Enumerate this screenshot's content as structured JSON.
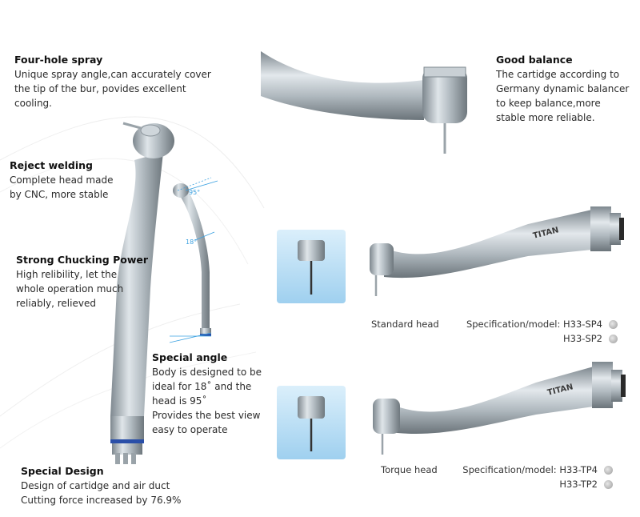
{
  "features": {
    "four_hole_spray": {
      "title": "Four-hole spray",
      "body": "Unique spray angle,can accurately cover\nthe tip of the bur, povides  excellent\ncooling."
    },
    "good_balance": {
      "title": "Good balance",
      "body": "The cartidge according to\nGermany dynamic balancer\nto keep balance,more\nstable more reliable."
    },
    "reject_welding": {
      "title": "Reject welding",
      "body": "Complete head made\nby CNC, more stable"
    },
    "strong_chucking": {
      "title": "Strong Chucking Power",
      "body": "High relibility, let the\nwhole operation much\nreliably, relieved"
    },
    "special_angle": {
      "title": "Special angle",
      "body": "Body is designed to be\nideal for 18˚   and the\nhead is 95˚\nProvides the best view\neasy to operate"
    },
    "special_design": {
      "title": "Special Design",
      "body": "Design of cartidge and air duct\nCutting force increased by 76.9%"
    }
  },
  "angle_labels": {
    "head": "95°",
    "body": "18°"
  },
  "products": {
    "standard": {
      "caption": "Standard head",
      "spec_label": "Specification/model:",
      "models": [
        "H33-SP4",
        "H33-SP2"
      ],
      "brand": "TITAN"
    },
    "torque": {
      "caption": "Torque head",
      "spec_label": "Specification/model:",
      "models": [
        "H33-TP4",
        "H33-TP2"
      ],
      "brand": "TITAN"
    }
  },
  "icons": [
    "swatch-dot-icon"
  ],
  "colors": {
    "accent_line": "#3aa0e0",
    "metal": "#a9b3ba",
    "ring": "#2a4fa8"
  }
}
